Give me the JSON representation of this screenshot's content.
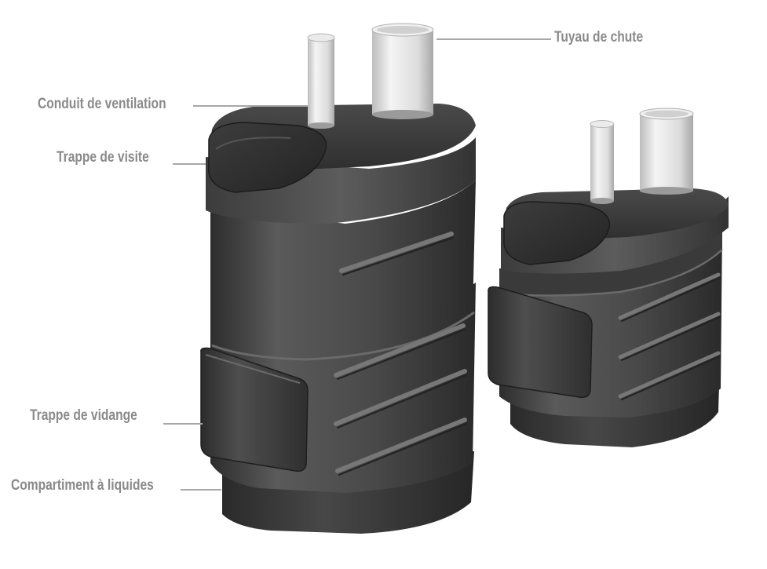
{
  "labels": {
    "tuyau_de_chute": "Tuyau de chute",
    "conduit_de_ventilation": "Conduit de ventilation",
    "trappe_de_visite": "Trappe de visite",
    "trappe_de_vidange": "Trappe de vidange",
    "compartiment_a_liquides": "Compartiment à liquides"
  },
  "colors": {
    "label_text": "#8a8a8a",
    "leader_line": "#a7a7a7",
    "body_dark": "#3a3a3a",
    "body_mid": "#555555",
    "pipe_light": "#e4e4e4"
  }
}
